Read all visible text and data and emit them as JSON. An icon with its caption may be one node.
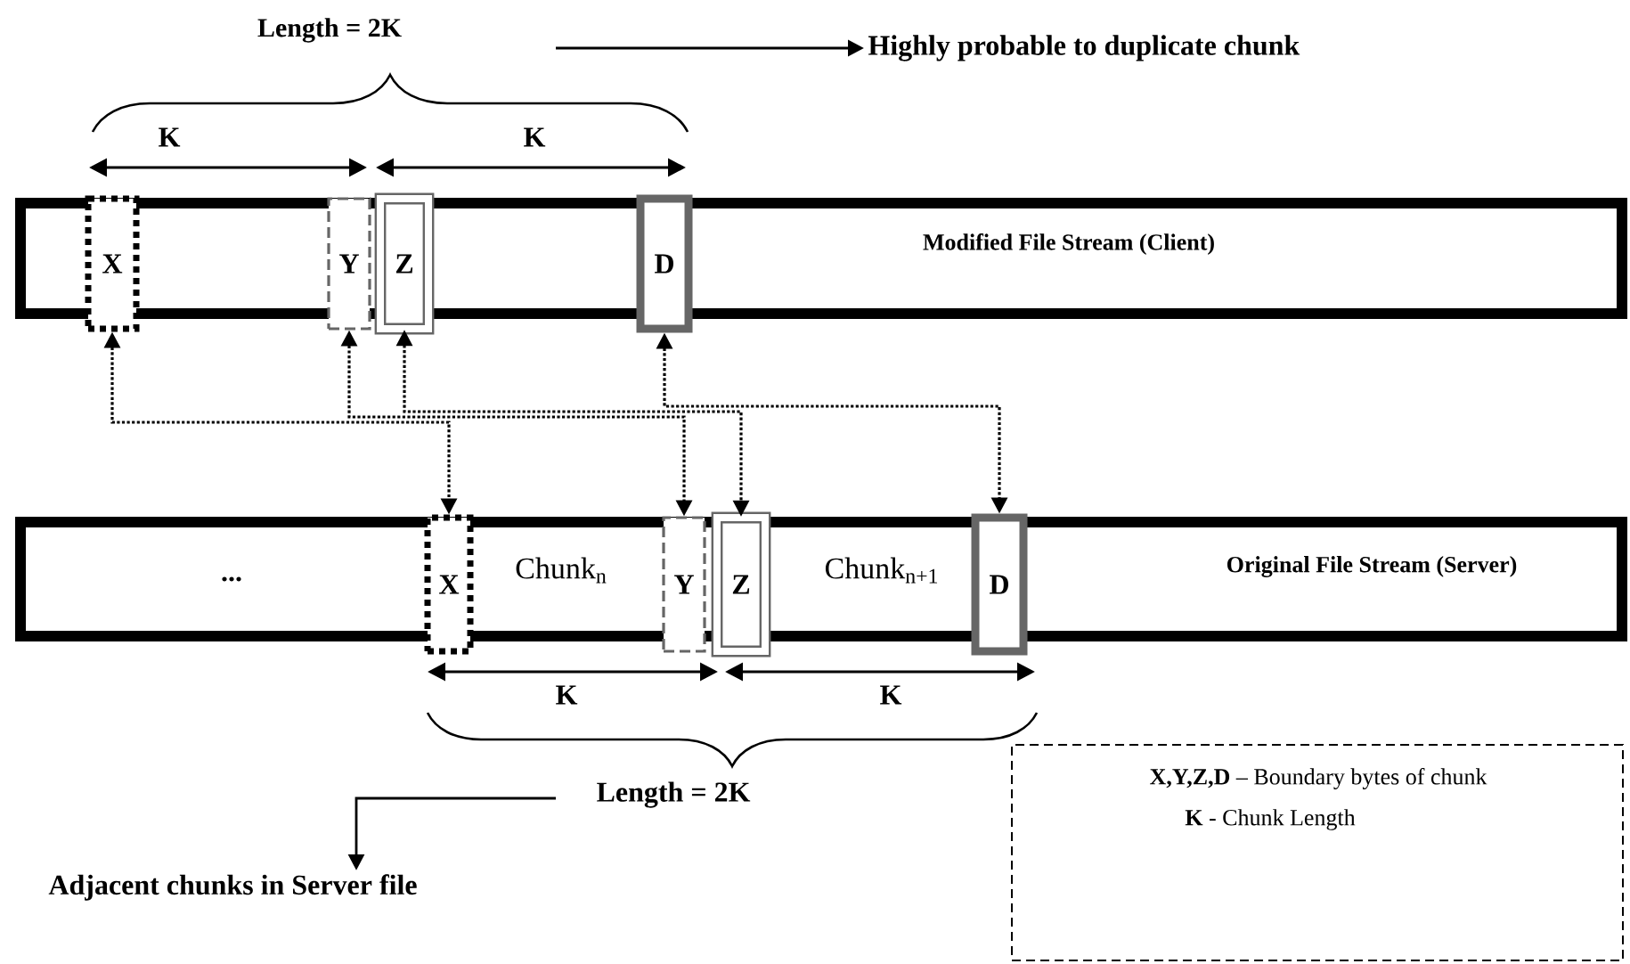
{
  "diagram": {
    "nodes": [
      {
        "text": [
          "Modified File Stream (Client)"
        ]
      },
      {
        "text": [
          "X"
        ],
        "in": 0
      },
      {
        "text": [
          "Y"
        ],
        "in": 0
      },
      {
        "text": [
          "Z"
        ],
        "in": 0
      },
      {
        "text": [
          "D"
        ],
        "in": 0
      },
      {
        "text": [
          "...",
          "Chunk$_{n}$",
          "Chunk$_{n+1}$",
          "Original File Stream (Server)"
        ]
      },
      {
        "text": [
          "X"
        ],
        "in": 5
      },
      {
        "text": [
          "Y"
        ],
        "in": 5
      },
      {
        "text": [
          "Z"
        ],
        "in": 5
      },
      {
        "text": [
          "D"
        ],
        "in": 5
      },
      {
        "text": [
          "Highly probable to duplicate chunk"
        ]
      },
      {
        "text": [
          "Adjacent chunks in Server file"
        ]
      },
      {
        "text": [
          "**X,Y,Z,D** – Boundary bytes of chunk",
          "**K** - Chunk Length"
        ]
      }
    ],
    "edges": [
      {
        "from": 1,
        "to": 6,
        "arrow": "both",
        "style": "dashed"
      },
      {
        "from": 2,
        "to": 7,
        "arrow": "both",
        "style": "dashed"
      },
      {
        "from": 3,
        "to": 8,
        "arrow": "both",
        "style": "dashed"
      },
      {
        "from": 4,
        "to": 9,
        "arrow": "both",
        "style": "dashed"
      },
      {
        "from": null,
        "to": 10,
        "arrow": "to"
      },
      {
        "from": null,
        "to": 11,
        "arrow": "to"
      }
    ],
    "labels": [
      "Length = 2K",
      "K",
      "K",
      "K",
      "K",
      "Length = 2K"
    ]
  }
}
